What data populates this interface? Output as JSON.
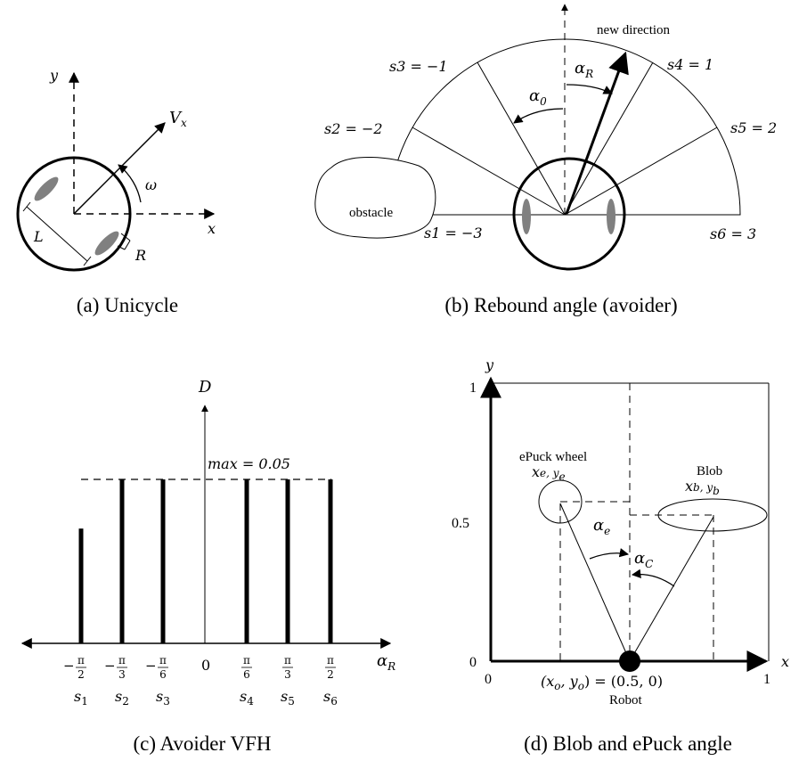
{
  "panel_a": {
    "caption": "(a) Unicycle",
    "axis_y": "y",
    "axis_x": "x",
    "velocity": "V",
    "velocity_sub": "x",
    "omega": "ω",
    "wheelbase": "L",
    "radius": "R"
  },
  "panel_b": {
    "caption": "(b) Rebound angle (avoider)",
    "new_direction": "new direction",
    "obstacle": "obstacle",
    "alpha_r": "α",
    "alpha_r_sub": "R",
    "alpha_0": "α",
    "alpha_0_sub": "0",
    "sectors": [
      {
        "label": "s1 = −3"
      },
      {
        "label": "s2 = −2"
      },
      {
        "label": "s3 = −1"
      },
      {
        "label": "s4 = 1"
      },
      {
        "label": "s5 = 2"
      },
      {
        "label": "s6 = 3"
      }
    ]
  },
  "panel_c": {
    "caption": "(c) Avoider VFH",
    "axis_y": "D",
    "axis_x": "α",
    "axis_x_sub": "R",
    "max_label": "max = 0.05",
    "zero": "0"
  },
  "panel_d": {
    "caption": "(d) Blob and ePuck angle",
    "axis_y": "y",
    "axis_x": "x",
    "tick_y_top": "1",
    "tick_y_mid": "0.5",
    "tick_y_zero": "0",
    "tick_x_zero": "0",
    "tick_x_one": "1",
    "epuck_label": "ePuck wheel",
    "epuck_coords": "x",
    "epuck_coords_tail": "e, y",
    "epuck_coords_sub": "e",
    "blob_label": "Blob",
    "blob_coords": "x",
    "blob_coords_tail": "b, y",
    "blob_coords_sub": "b",
    "alpha_e": "α",
    "alpha_e_sub": "e",
    "alpha_c": "α",
    "alpha_c_sub": "C",
    "robot_coords": "(x",
    "robot_coords_o": "o",
    "robot_coords_mid": ", y",
    "robot_coords_eq": ") = (0.5, 0)",
    "robot_label": "Robot"
  },
  "chart_data": {
    "type": "bar",
    "categories": [
      "s1",
      "s2",
      "s3",
      "s4",
      "s5",
      "s6"
    ],
    "x_tick_labels": [
      "−π/2",
      "−π/3",
      "−π/6",
      "π/6",
      "π/3",
      "π/2"
    ],
    "values": [
      0.035,
      0.05,
      0.05,
      0.05,
      0.05,
      0.05
    ],
    "xlabel": "αR",
    "ylabel": "D",
    "ylim": [
      0,
      0.05
    ]
  }
}
